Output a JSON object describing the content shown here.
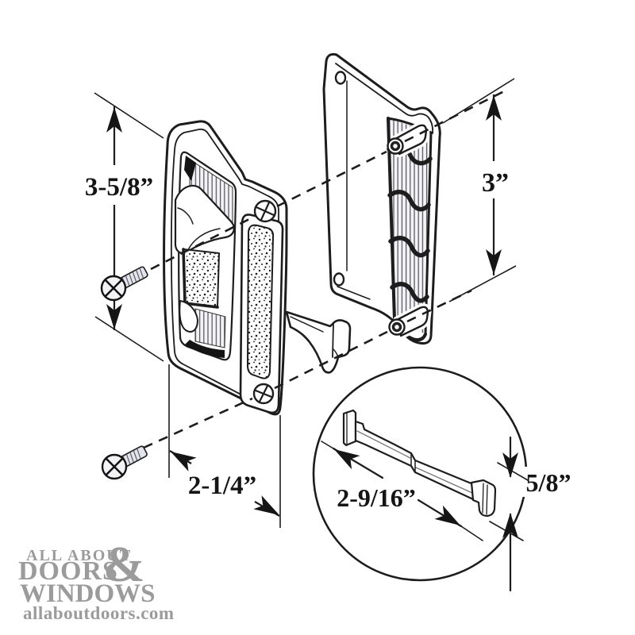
{
  "page": {
    "background": "#ffffff",
    "ink": "#1d1d1d"
  },
  "diagram": {
    "dimensions": {
      "handle_height": "3-5/8”",
      "plate_height": "3”",
      "handle_width": "2-1/4”",
      "strike_length": "2-9/16”",
      "strike_height": "5/8”"
    }
  },
  "logo": {
    "line1": "ALL ABOUT",
    "ampersand": "&",
    "line2": "DOORS",
    "line3": "WINDOWS",
    "website": "allaboutdoors.com",
    "color": "#9b9b9b"
  }
}
